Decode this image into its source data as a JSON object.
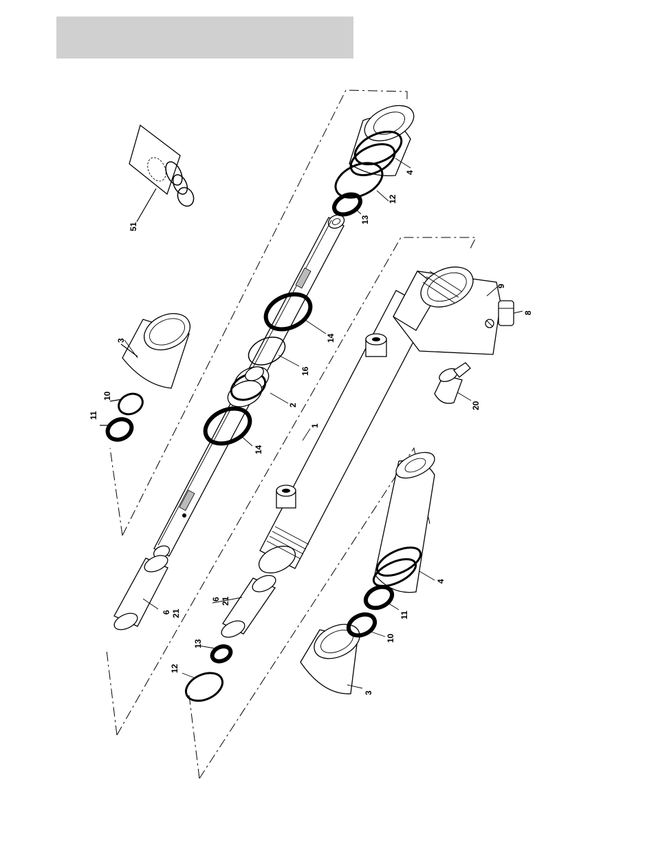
{
  "header": {
    "title": ""
  },
  "callouts": {
    "c51": "51",
    "c3a": "3",
    "c10a": "10",
    "c11a": "11",
    "c14a": "14",
    "c16": "16",
    "c2": "2",
    "c14b": "14",
    "c13a": "13",
    "c12a": "12",
    "c4a": "4",
    "c9": "9",
    "c8": "8",
    "c20": "20",
    "c1": "1",
    "c6a": "6",
    "c21a": "21",
    "c6b": "6",
    "c21b": "21",
    "c13b": "13",
    "c12b": "12",
    "c3b": "3",
    "c10b": "10",
    "c11b": "11",
    "c4b": "4"
  }
}
